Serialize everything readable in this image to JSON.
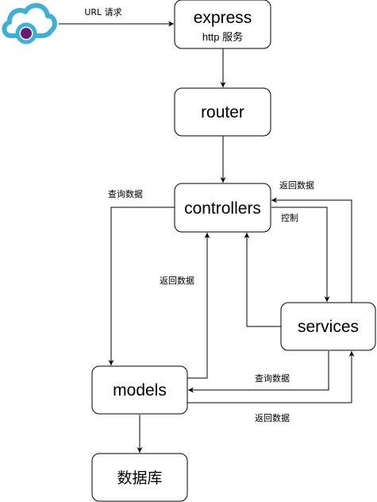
{
  "client": {
    "icon": "cloud-client-icon",
    "cloud_color": "#3cb1d6",
    "dot_color": "#6a1b7a"
  },
  "nodes": {
    "express": {
      "title": "express",
      "subtitle": "http 服务"
    },
    "router": {
      "title": "router"
    },
    "controllers": {
      "title": "controllers"
    },
    "services": {
      "title": "services"
    },
    "models": {
      "title": "models"
    },
    "database": {
      "title": "数据库"
    }
  },
  "edges": {
    "client_to_express": "URL  请求",
    "controllers_to_models": "查询数据",
    "models_to_controllers": "返回数据",
    "services_to_controllers": "返回数据",
    "controllers_to_services": "控制",
    "services_to_models": "查询数据",
    "models_to_services": "返回数据"
  }
}
